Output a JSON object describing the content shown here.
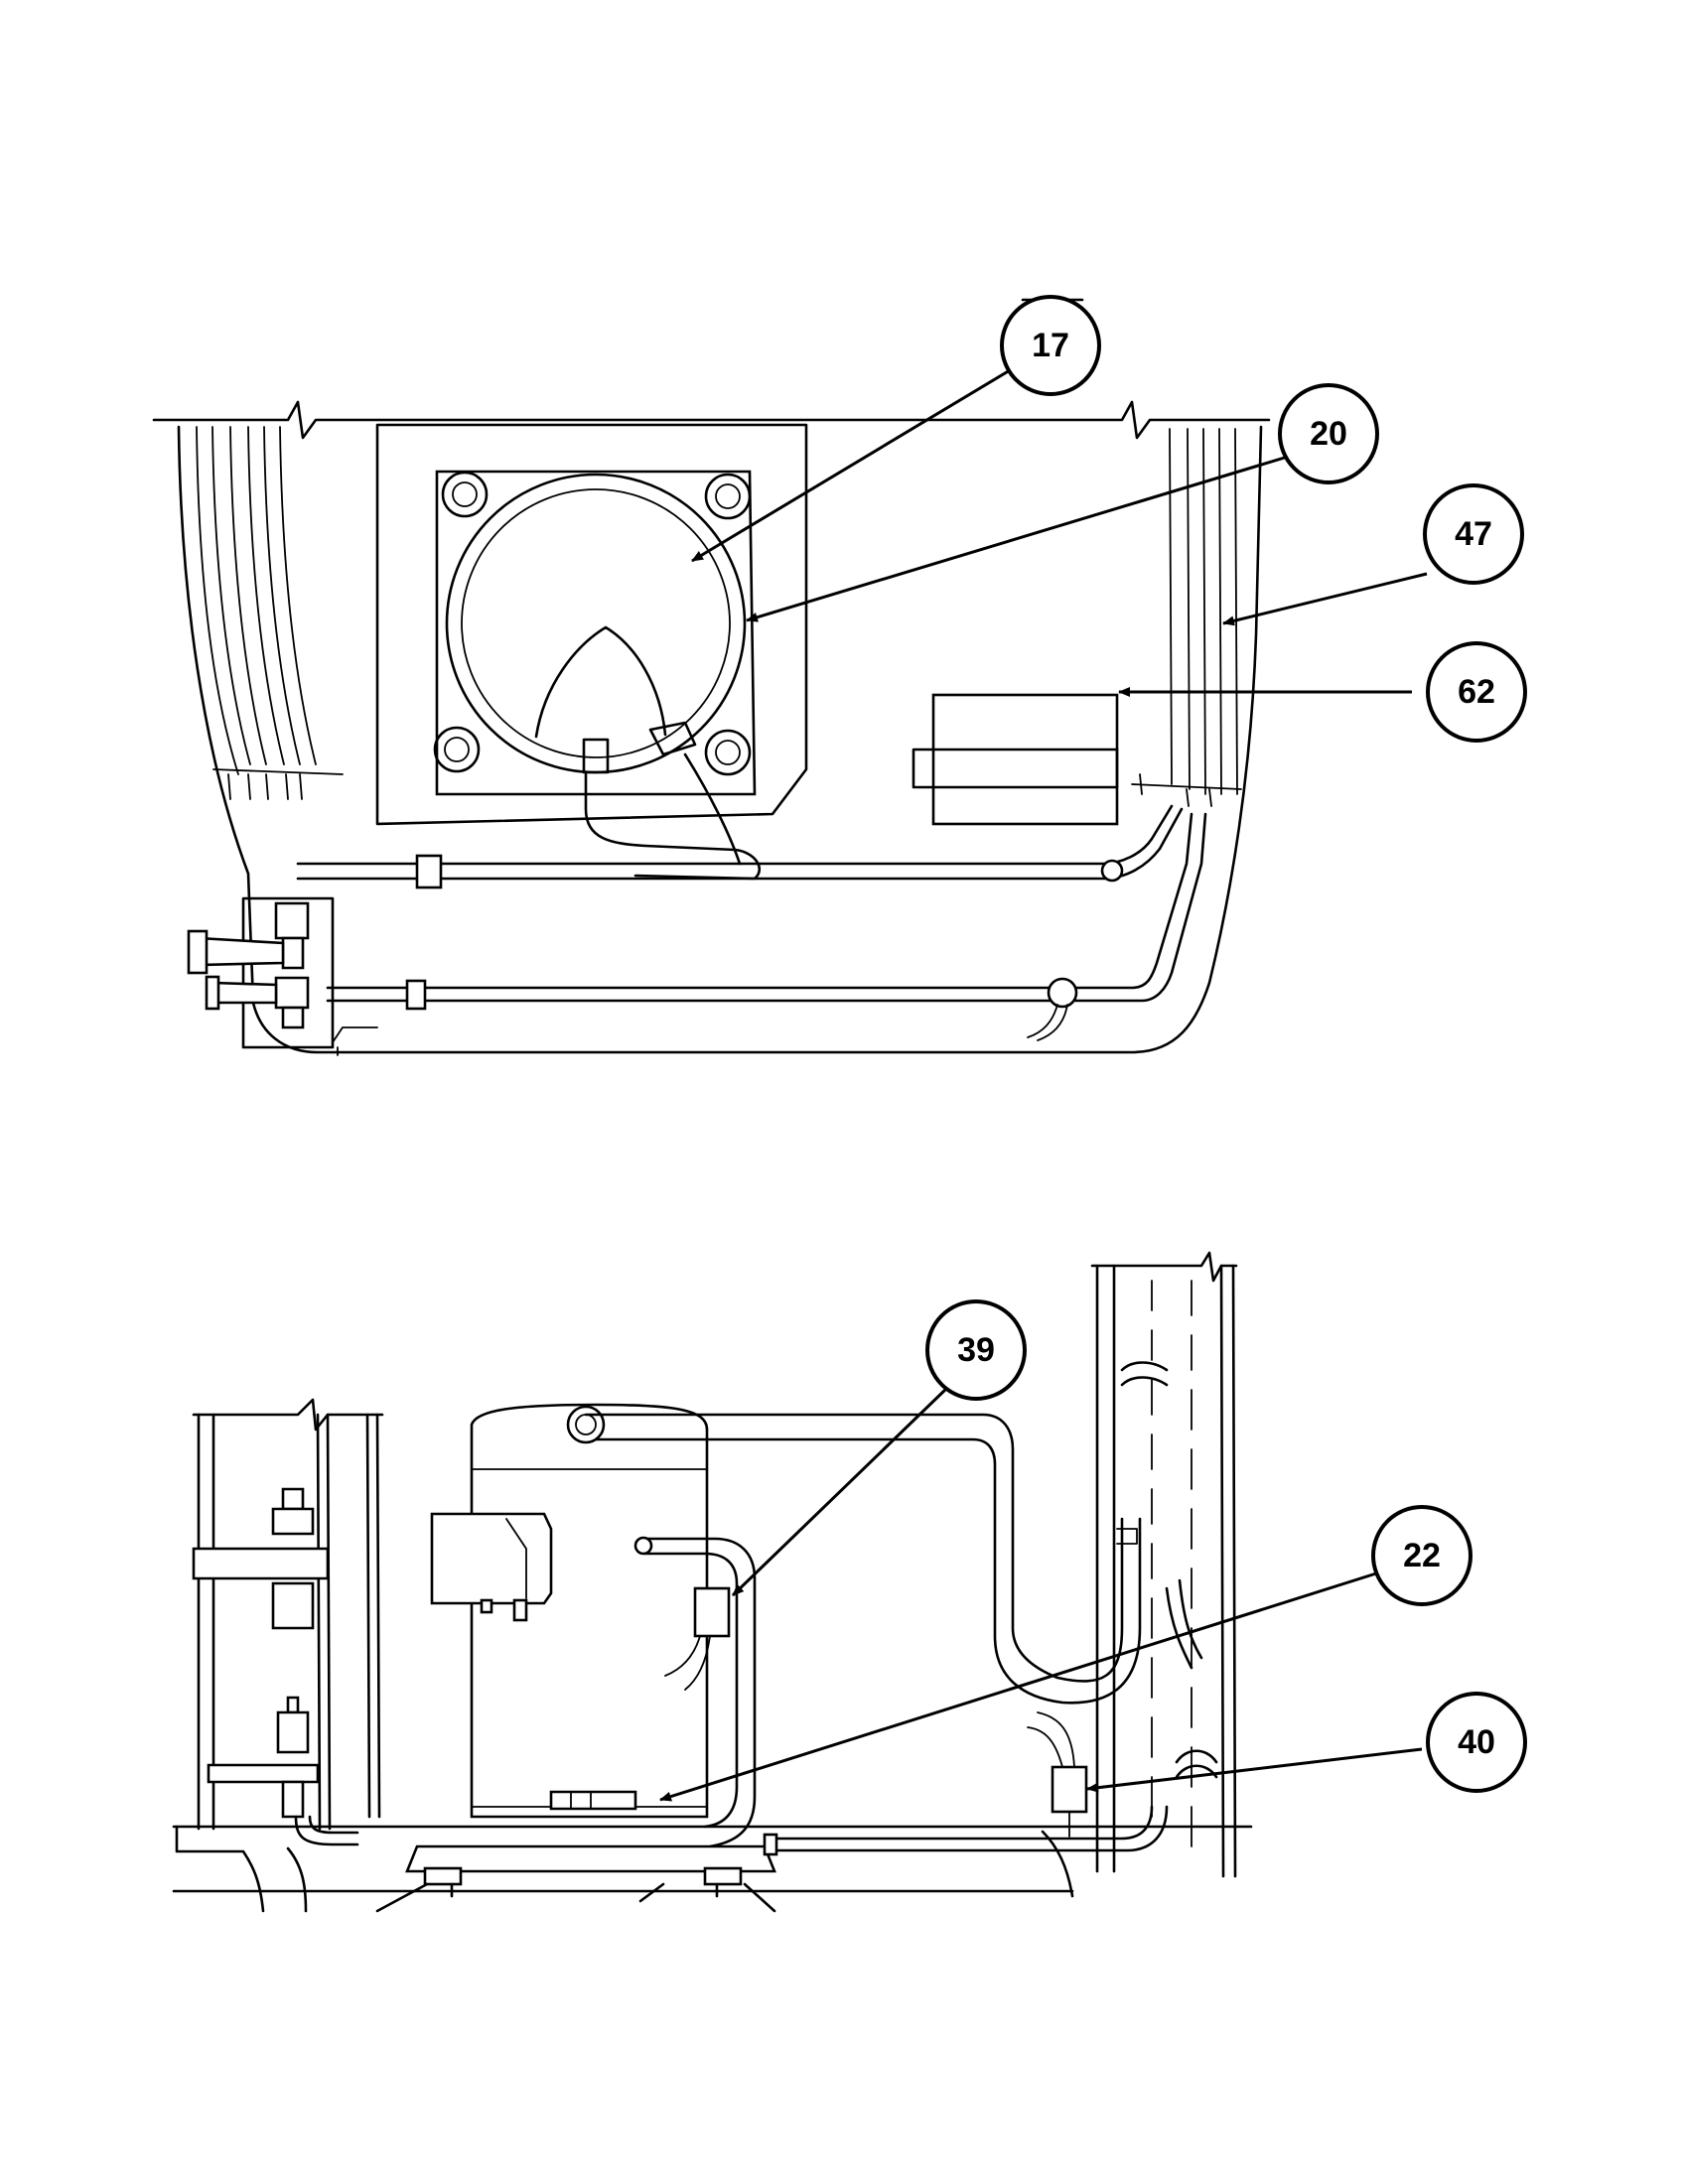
{
  "callouts": {
    "c17": "17",
    "c20": "20",
    "c47": "47",
    "c62": "62",
    "c39": "39",
    "c22": "22",
    "c40": "40"
  },
  "icons": {
    "arrowhead": "arrow-head-icon"
  },
  "colors": {
    "line": "#000000",
    "background": "#ffffff"
  }
}
